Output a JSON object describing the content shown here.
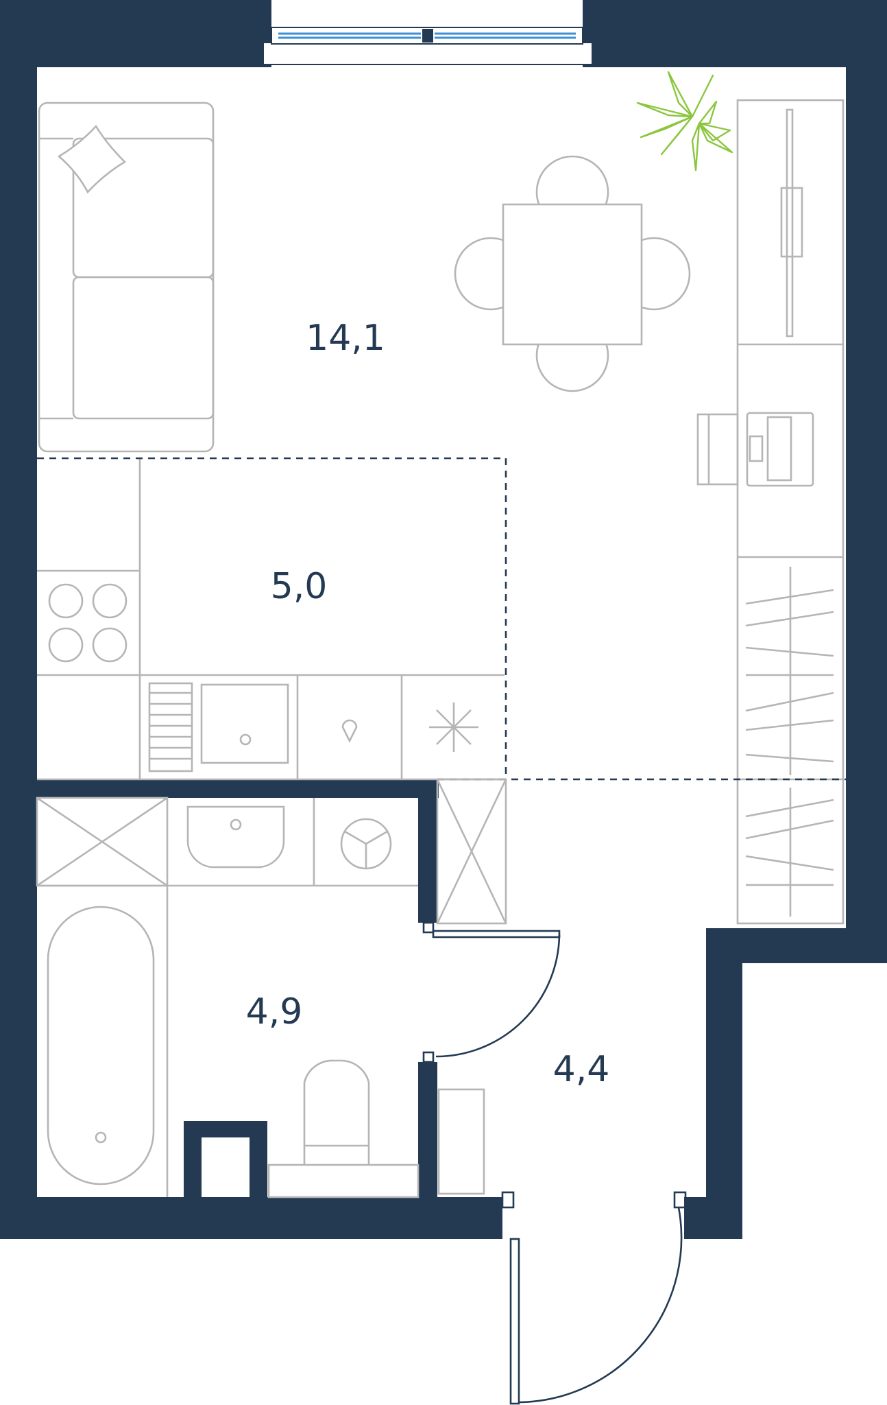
{
  "colors": {
    "wall": "#233a52",
    "furniture": "#b5b5b5",
    "glass": "#3b8fd6",
    "plant": "#8cc63f",
    "label": "#233a52"
  },
  "rooms": [
    {
      "id": "living",
      "area": "14,1"
    },
    {
      "id": "kitchen",
      "area": "5,0"
    },
    {
      "id": "bathroom",
      "area": "4,9"
    },
    {
      "id": "hallway",
      "area": "4,4"
    }
  ]
}
